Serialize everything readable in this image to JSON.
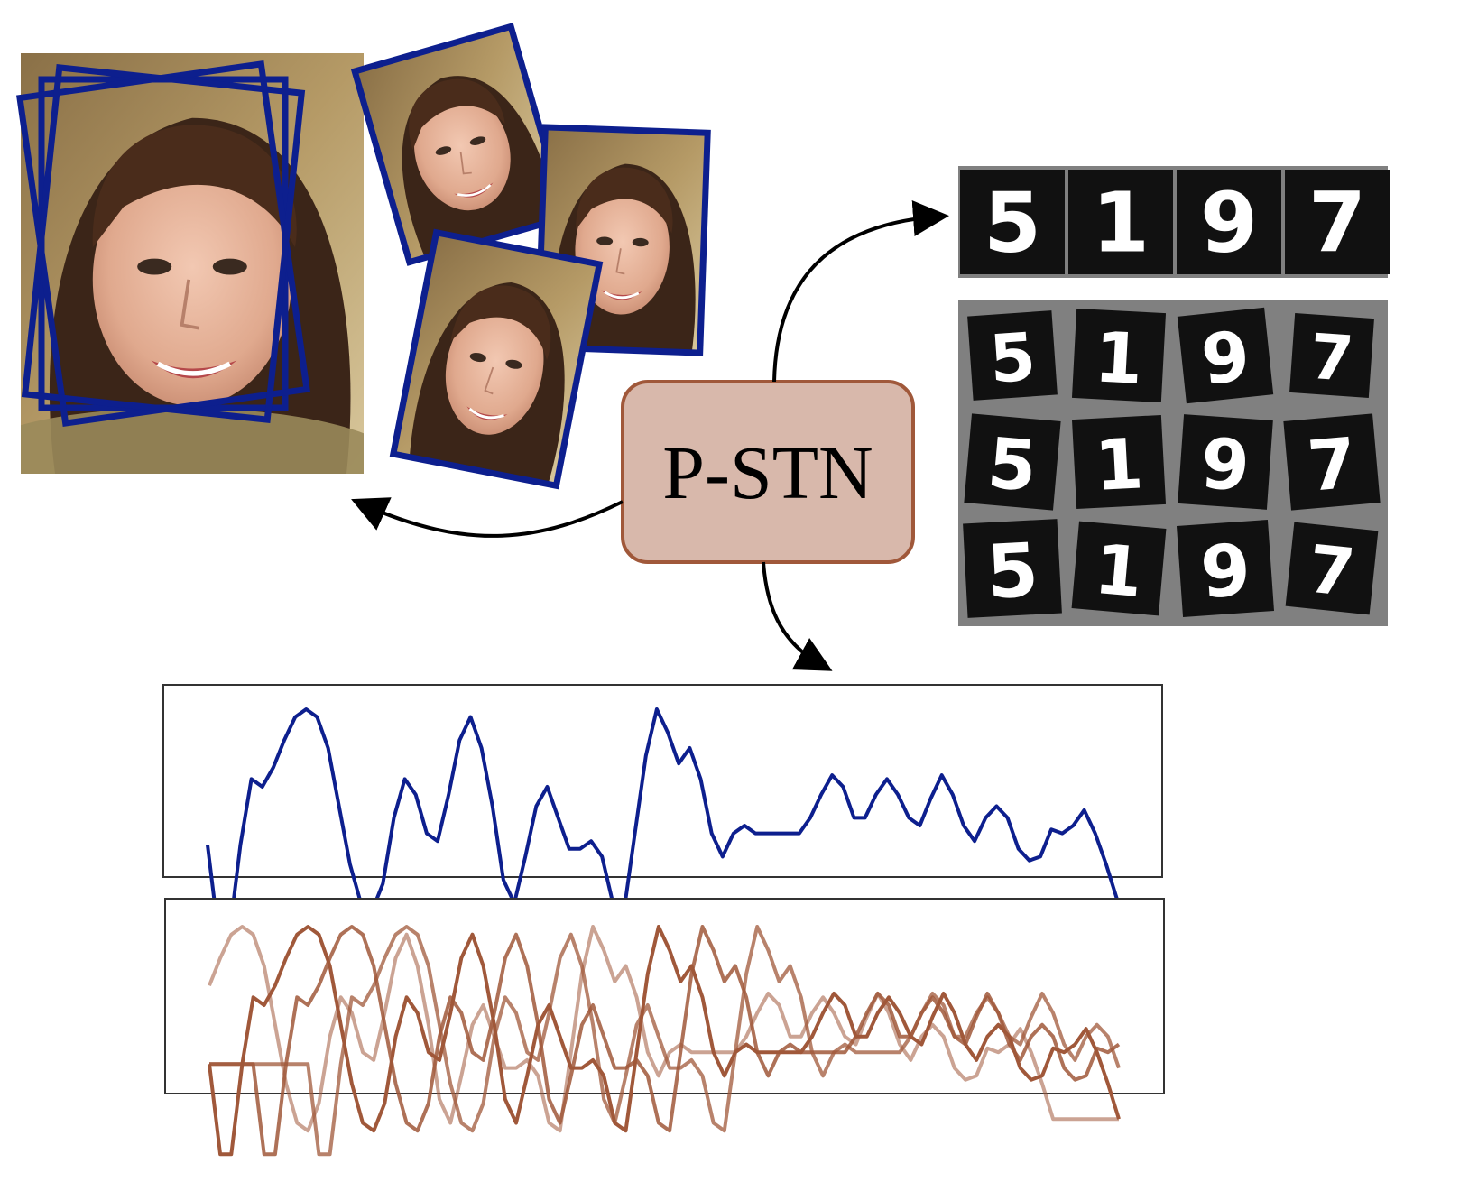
{
  "center_node": {
    "label": "P-STN",
    "fill": "#d8b8ab",
    "stroke": "#a0583a"
  },
  "colors": {
    "face_box": "#0d1f8e",
    "signal_original": "#0d1f8e",
    "signal_transformed": "#a0583a",
    "mnist_bg_top": "#111111",
    "mnist_bg_grid": "#808080"
  },
  "mnist": {
    "top_row": [
      "5",
      "1",
      "9",
      "7"
    ],
    "grid_rows": [
      [
        "5",
        "1",
        "9",
        "7"
      ],
      [
        "5",
        "1",
        "9",
        "7"
      ],
      [
        "5",
        "1",
        "9",
        "7"
      ]
    ]
  },
  "signal_original": [
    0.45,
    0.22,
    0.22,
    0.45,
    0.62,
    0.6,
    0.65,
    0.72,
    0.78,
    0.8,
    0.78,
    0.7,
    0.55,
    0.4,
    0.3,
    0.28,
    0.35,
    0.52,
    0.62,
    0.58,
    0.48,
    0.46,
    0.58,
    0.72,
    0.78,
    0.7,
    0.55,
    0.36,
    0.3,
    0.42,
    0.55,
    0.6,
    0.52,
    0.44,
    0.44,
    0.46,
    0.42,
    0.3,
    0.28,
    0.48,
    0.68,
    0.8,
    0.74,
    0.66,
    0.7,
    0.62,
    0.48,
    0.42,
    0.48,
    0.5,
    0.48,
    0.48,
    0.48,
    0.48,
    0.48,
    0.52,
    0.58,
    0.63,
    0.6,
    0.52,
    0.52,
    0.58,
    0.62,
    0.58,
    0.52,
    0.5,
    0.57,
    0.63,
    0.58,
    0.5,
    0.46,
    0.52,
    0.55,
    0.52,
    0.44,
    0.41,
    0.42,
    0.49,
    0.48,
    0.5,
    0.54,
    0.48,
    0.4,
    0.31
  ],
  "signal_variants": [
    {
      "shift": 0,
      "opacity": 1.0
    },
    {
      "shift": 4,
      "opacity": 0.85
    },
    {
      "shift": -6,
      "opacity": 0.55
    },
    {
      "shift": 9,
      "opacity": 0.75
    }
  ]
}
